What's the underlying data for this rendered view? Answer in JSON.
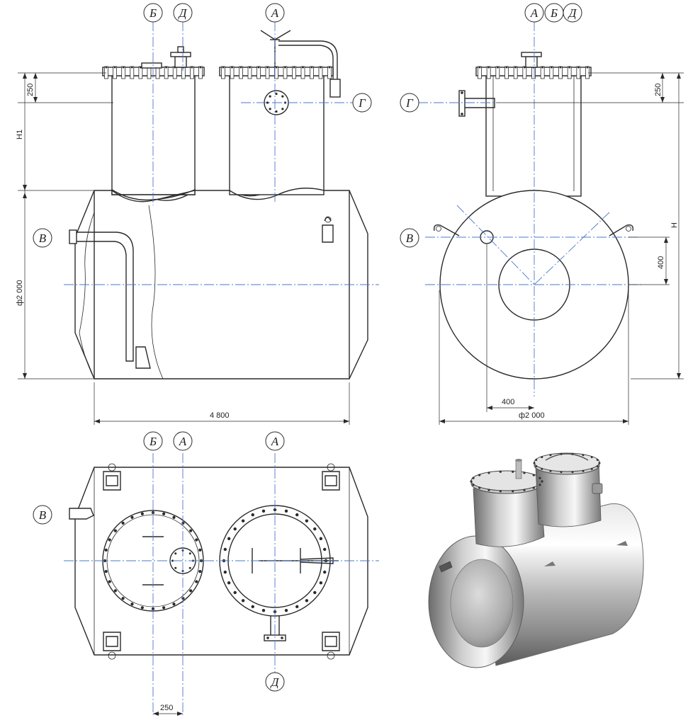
{
  "markers": {
    "a": "А",
    "b": "Б",
    "v": "В",
    "g": "Г",
    "d": "Д"
  },
  "dimensions": {
    "d250": "250",
    "h1": "H1",
    "dia2000": "ф2 000",
    "length4800": "4 800",
    "h": "H",
    "d400": "400",
    "phi2000": "ф2 000"
  },
  "colors": {
    "line": "#2a2a2a",
    "centerline": "#4a78c8",
    "steel_light": "#f4f4f4",
    "steel_dark": "#6d6d6d"
  }
}
